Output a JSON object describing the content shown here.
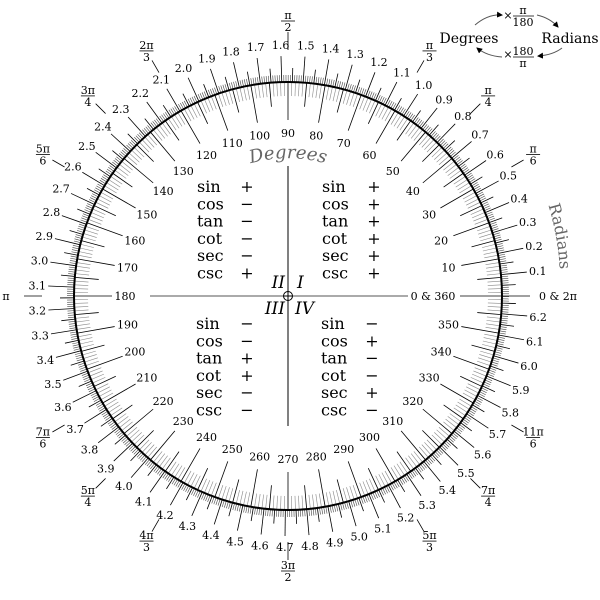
{
  "title_degrees": "Degrees",
  "title_radians": "Radians",
  "conversion": {
    "from": "Degrees",
    "to": "Radians",
    "to_radians_factor": {
      "times": "×",
      "num": "π",
      "den": "180"
    },
    "to_degrees_factor": {
      "times": "×",
      "num": "180",
      "den": "π"
    }
  },
  "degree_labels": [
    "0 & 360",
    "10",
    "20",
    "30",
    "40",
    "50",
    "60",
    "70",
    "80",
    "90",
    "100",
    "110",
    "120",
    "130",
    "140",
    "150",
    "160",
    "170",
    "180",
    "190",
    "200",
    "210",
    "220",
    "230",
    "240",
    "250",
    "260",
    "270",
    "280",
    "290",
    "300",
    "310",
    "320",
    "330",
    "340",
    "350"
  ],
  "radian_labels": [
    "0 & 2π",
    "0.1",
    "0.2",
    "0.3",
    "0.4",
    "0.5",
    "0.6",
    "0.7",
    "0.8",
    "0.9",
    "1.0",
    "1.1",
    "1.2",
    "1.3",
    "1.4",
    "1.5",
    "1.6",
    "1.7",
    "1.8",
    "1.9",
    "2.0",
    "2.1",
    "2.2",
    "2.3",
    "2.4",
    "2.5",
    "2.6",
    "2.7",
    "2.8",
    "2.9",
    "3.0",
    "3.1",
    "3.2",
    "3.3",
    "3.4",
    "3.5",
    "3.6",
    "3.7",
    "3.8",
    "3.9",
    "4.0",
    "4.1",
    "4.2",
    "4.3",
    "4.4",
    "4.5",
    "4.6",
    "4.7",
    "4.8",
    "4.9",
    "5.0",
    "5.1",
    "5.2",
    "5.3",
    "5.4",
    "5.5",
    "5.6",
    "5.7",
    "5.8",
    "5.9",
    "6.0",
    "6.1",
    "6.2"
  ],
  "pi_fractions": [
    {
      "deg": 30,
      "num": "π",
      "den": "6"
    },
    {
      "deg": 45,
      "num": "π",
      "den": "4"
    },
    {
      "deg": 60,
      "num": "π",
      "den": "3"
    },
    {
      "deg": 90,
      "num": "π",
      "den": "2"
    },
    {
      "deg": 120,
      "num": "2π",
      "den": "3"
    },
    {
      "deg": 135,
      "num": "3π",
      "den": "4"
    },
    {
      "deg": 150,
      "num": "5π",
      "den": "6"
    },
    {
      "deg": 180,
      "num": "π",
      "den": ""
    },
    {
      "deg": 210,
      "num": "7π",
      "den": "6"
    },
    {
      "deg": 225,
      "num": "5π",
      "den": "4"
    },
    {
      "deg": 240,
      "num": "4π",
      "den": "3"
    },
    {
      "deg": 270,
      "num": "3π",
      "den": "2"
    },
    {
      "deg": 300,
      "num": "5π",
      "den": "3"
    },
    {
      "deg": 315,
      "num": "7π",
      "den": "4"
    },
    {
      "deg": 330,
      "num": "11π",
      "den": "6"
    }
  ],
  "quadrants": {
    "I": {
      "label": "I",
      "rows": [
        [
          "sin",
          "+"
        ],
        [
          "cos",
          "+"
        ],
        [
          "tan",
          "+"
        ],
        [
          "cot",
          "+"
        ],
        [
          "sec",
          "+"
        ],
        [
          "csc",
          "+"
        ]
      ]
    },
    "II": {
      "label": "II",
      "rows": [
        [
          "sin",
          "+"
        ],
        [
          "cos",
          "−"
        ],
        [
          "tan",
          "−"
        ],
        [
          "cot",
          "−"
        ],
        [
          "sec",
          "−"
        ],
        [
          "csc",
          "+"
        ]
      ]
    },
    "III": {
      "label": "III",
      "rows": [
        [
          "sin",
          "−"
        ],
        [
          "cos",
          "−"
        ],
        [
          "tan",
          "+"
        ],
        [
          "cot",
          "+"
        ],
        [
          "sec",
          "−"
        ],
        [
          "csc",
          "−"
        ]
      ]
    },
    "IV": {
      "label": "IV",
      "rows": [
        [
          "sin",
          "−"
        ],
        [
          "cos",
          "+"
        ],
        [
          "tan",
          "−"
        ],
        [
          "cot",
          "−"
        ],
        [
          "sec",
          "+"
        ],
        [
          "csc",
          "−"
        ]
      ]
    }
  }
}
